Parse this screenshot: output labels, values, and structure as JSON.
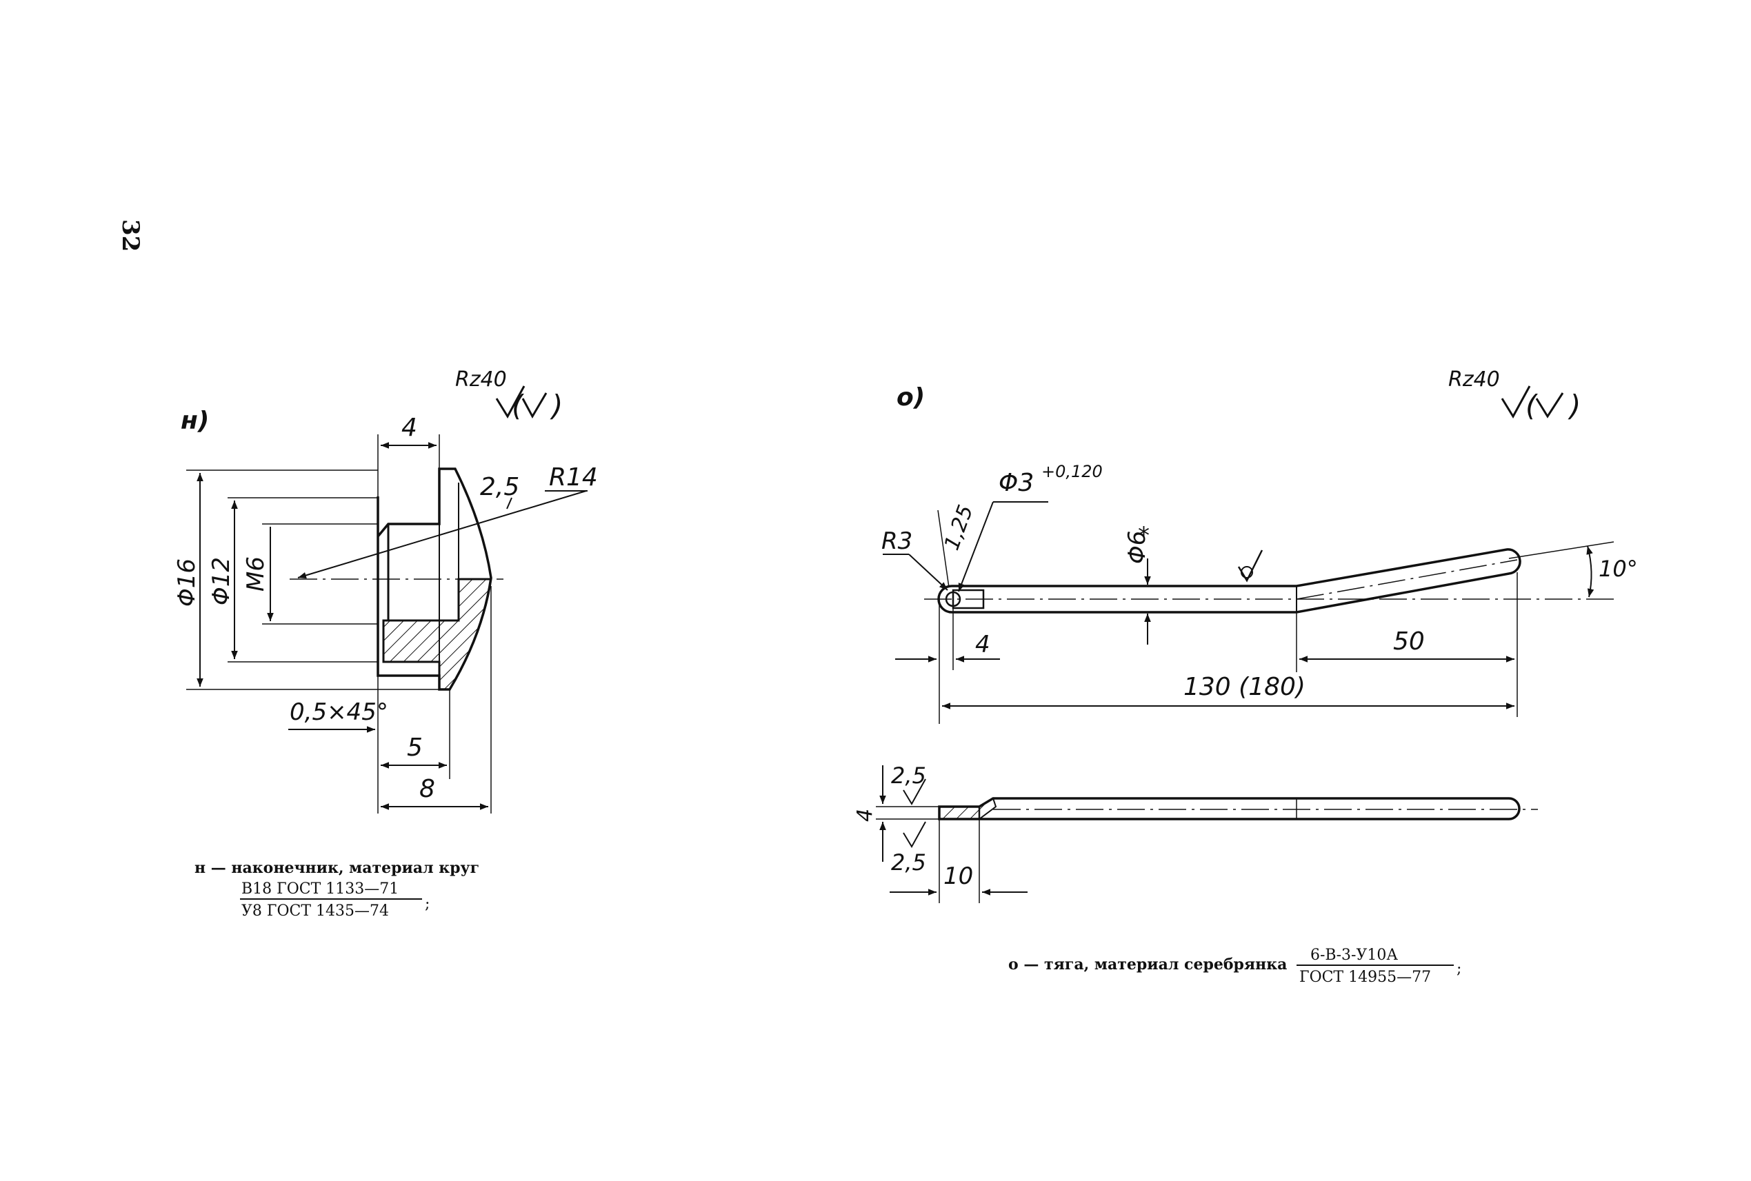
{
  "page_number": "32",
  "part_n": {
    "label": "н)",
    "roughness": "Rz40",
    "dims": {
      "width_top": "4",
      "chamfer_top": "2,5",
      "radius": "R14",
      "dia_outer": "Φ16",
      "dia_mid": "Φ12",
      "thread": "M6",
      "chamfer": "0,5×45°",
      "len_inner": "5",
      "len_total": "8"
    },
    "caption": {
      "text": "н — наконечник, материал круг",
      "numerator": "В18  ГОСТ  1133—71",
      "denominator": "У8  ГОСТ  1435—74",
      "suffix": ";"
    }
  },
  "part_o": {
    "label": "о)",
    "roughness": "Rz40",
    "dims": {
      "hole": "Φ3",
      "hole_tol": "+0,120",
      "chamfer": "1,25",
      "radius": "R3",
      "rod_dia": "Φ6",
      "rod_mark": "*",
      "offset": "4",
      "bend_len": "50",
      "total_len": "130 (180)",
      "angle": "10°",
      "thick": "4",
      "side_top": "2,5",
      "side_bot": "2,5",
      "side_len": "10"
    },
    "caption": {
      "text": "о — тяга, материал серебрянка",
      "numerator": "6-В-3-У10А",
      "denominator": "ГОСТ  14955—77",
      "suffix": ";"
    }
  }
}
